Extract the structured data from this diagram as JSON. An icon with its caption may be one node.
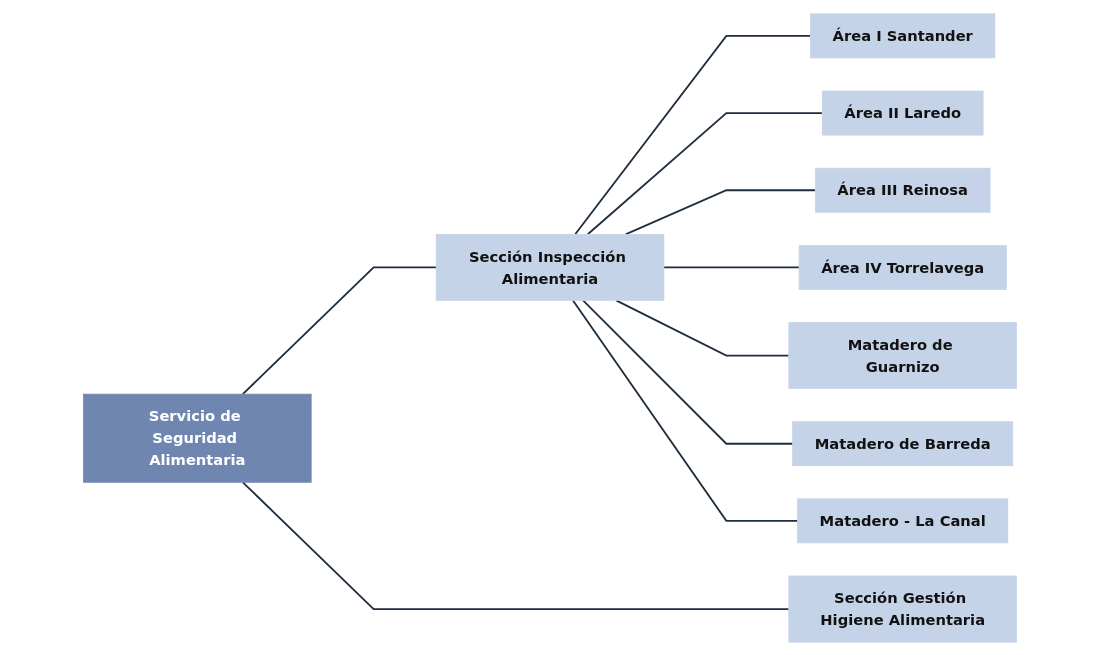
{
  "diagram": {
    "nodes": [
      {
        "text": [
          "Servicio de Seguridad Alimentaria"
        ]
      },
      {
        "text": [
          "Sección Inspección Alimentaria"
        ]
      },
      {
        "text": [
          "Sección Gestión Higiene Alimentaria"
        ]
      },
      {
        "text": [
          "Área I Santander"
        ]
      },
      {
        "text": [
          "Área II Laredo"
        ]
      },
      {
        "text": [
          "Área III Reinosa"
        ]
      },
      {
        "text": [
          "Área IV Torrelavega"
        ]
      },
      {
        "text": [
          "Matadero de Guarnizo"
        ]
      },
      {
        "text": [
          "Matadero de Barreda"
        ]
      },
      {
        "text": [
          "Matadero - La Canal"
        ]
      }
    ],
    "edges": [
      {
        "from": 0,
        "to": 1,
        "arrow": "none"
      },
      {
        "from": 0,
        "to": 2,
        "arrow": "none"
      },
      {
        "from": 1,
        "to": 3,
        "arrow": "none"
      },
      {
        "from": 1,
        "to": 4,
        "arrow": "none"
      },
      {
        "from": 1,
        "to": 5,
        "arrow": "none"
      },
      {
        "from": 1,
        "to": 6,
        "arrow": "none"
      },
      {
        "from": 1,
        "to": 7,
        "arrow": "none"
      },
      {
        "from": 1,
        "to": 8,
        "arrow": "none"
      },
      {
        "from": 1,
        "to": 9,
        "arrow": "none"
      }
    ]
  }
}
